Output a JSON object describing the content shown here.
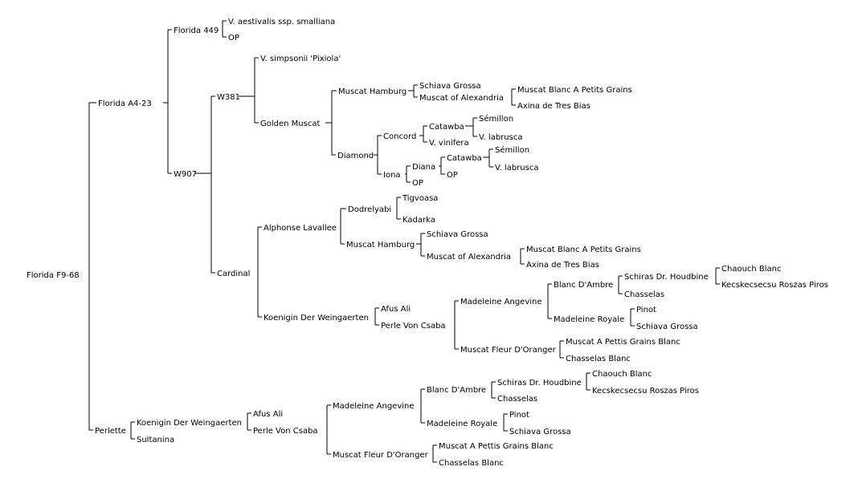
{
  "pedigree": {
    "name": "Florida F9-68",
    "children": [
      {
        "name": "Florida A4-23",
        "children": [
          {
            "name": "Florida 449",
            "children": [
              {
                "name": "V. aestivalis ssp. smalliana"
              },
              {
                "name": "OP"
              }
            ]
          },
          {
            "name": "W907",
            "children": [
              {
                "name": "W381",
                "children": [
                  {
                    "name": "V. simpsonii 'Pixiola'"
                  },
                  {
                    "name": "Golden Muscat",
                    "children": [
                      {
                        "name": "Muscat Hamburg",
                        "children": [
                          {
                            "name": "Schiava Grossa"
                          },
                          {
                            "name": "Muscat of Alexandria",
                            "children": [
                              {
                                "name": "Muscat Blanc A Petits Grains"
                              },
                              {
                                "name": "Axina de Tres Bias"
                              }
                            ]
                          }
                        ]
                      },
                      {
                        "name": "Diamond",
                        "children": [
                          {
                            "name": "Concord",
                            "children": [
                              {
                                "name": "Catawba",
                                "children": [
                                  {
                                    "name": "Sémillon"
                                  },
                                  {
                                    "name": "V. labrusca"
                                  }
                                ]
                              },
                              {
                                "name": "V. vinifera"
                              }
                            ]
                          },
                          {
                            "name": "Iona",
                            "children": [
                              {
                                "name": "Diana",
                                "children": [
                                  {
                                    "name": "Catawba",
                                    "children": [
                                      {
                                        "name": "Sémillon"
                                      },
                                      {
                                        "name": "V. labrusca"
                                      }
                                    ]
                                  },
                                  {
                                    "name": "OP"
                                  }
                                ]
                              },
                              {
                                "name": "OP"
                              }
                            ]
                          }
                        ]
                      }
                    ]
                  }
                ]
              },
              {
                "name": "Cardinal",
                "children": [
                  {
                    "name": "Alphonse Lavallee",
                    "children": [
                      {
                        "name": "Dodrelyabi",
                        "children": [
                          {
                            "name": "Tigvoasa"
                          },
                          {
                            "name": "Kadarka"
                          }
                        ]
                      },
                      {
                        "name": "Muscat Hamburg",
                        "children": [
                          {
                            "name": "Schiava Grossa"
                          },
                          {
                            "name": "Muscat of Alexandria",
                            "children": [
                              {
                                "name": "Muscat Blanc A Petits Grains"
                              },
                              {
                                "name": "Axina de Tres Bias"
                              }
                            ]
                          }
                        ]
                      }
                    ]
                  },
                  {
                    "name": "Koenigin Der Weingaerten",
                    "children": [
                      {
                        "name": "Afus Ali"
                      },
                      {
                        "name": "Perle Von Csaba",
                        "children": [
                          {
                            "name": "Madeleine Angevine",
                            "children": [
                              {
                                "name": "Blanc D'Ambre",
                                "children": [
                                  {
                                    "name": "Schiras Dr. Houdbine",
                                    "children": [
                                      {
                                        "name": "Chaouch Blanc"
                                      },
                                      {
                                        "name": "Kecskecsecsu Roszas Piros"
                                      }
                                    ]
                                  },
                                  {
                                    "name": "Chasselas"
                                  }
                                ]
                              },
                              {
                                "name": "Madeleine Royale",
                                "children": [
                                  {
                                    "name": "Pinot"
                                  },
                                  {
                                    "name": "Schiava Grossa"
                                  }
                                ]
                              }
                            ]
                          },
                          {
                            "name": "Muscat Fleur D'Oranger",
                            "children": [
                              {
                                "name": "Muscat A Pettis Grains Blanc"
                              },
                              {
                                "name": "Chasselas Blanc"
                              }
                            ]
                          }
                        ]
                      }
                    ]
                  }
                ]
              }
            ]
          }
        ]
      },
      {
        "name": "Perlette",
        "children": [
          {
            "name": "Koenigin Der Weingaerten",
            "children": [
              {
                "name": "Afus Ali"
              },
              {
                "name": "Perle Von Csaba",
                "children": [
                  {
                    "name": "Madeleine Angevine",
                    "children": [
                      {
                        "name": "Blanc D'Ambre",
                        "children": [
                          {
                            "name": "Schiras Dr. Houdbine",
                            "children": [
                              {
                                "name": "Chaouch Blanc"
                              },
                              {
                                "name": "Kecskecsecsu Roszas Piros"
                              }
                            ]
                          },
                          {
                            "name": "Chasselas"
                          }
                        ]
                      },
                      {
                        "name": "Madeleine Royale",
                        "children": [
                          {
                            "name": "Pinot"
                          },
                          {
                            "name": "Schiava Grossa"
                          }
                        ]
                      }
                    ]
                  },
                  {
                    "name": "Muscat Fleur D'Oranger",
                    "children": [
                      {
                        "name": "Muscat A Pettis Grains Blanc"
                      },
                      {
                        "name": "Chasselas Blanc"
                      }
                    ]
                  }
                ]
              }
            ]
          },
          {
            "name": "Sultanina"
          }
        ]
      }
    ]
  },
  "colors": {
    "text": "#000000",
    "line": "#000000",
    "background": "#ffffff"
  }
}
